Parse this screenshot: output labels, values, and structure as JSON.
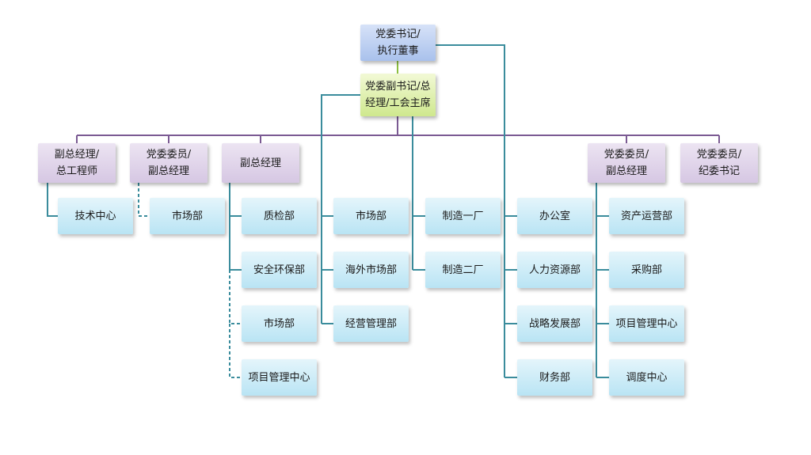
{
  "chart_title": "",
  "top": {
    "label": "党委书记/\n执行董事"
  },
  "gm": {
    "label": "党委副书记/总\n经理/工会主席"
  },
  "leaders": [
    {
      "label": "副总经理/\n总工程师"
    },
    {
      "label": "党委委员/\n副总经理"
    },
    {
      "label": "副总经理"
    },
    {
      "label": "党委委员/\n副总经理"
    },
    {
      "label": "党委委员/\n纪委书记"
    }
  ],
  "col_tech": [
    {
      "label": "技术中心"
    }
  ],
  "col_market_a": [
    {
      "label": "市场部"
    }
  ],
  "col_vgm": [
    {
      "label": "质检部"
    },
    {
      "label": "安全环保部"
    },
    {
      "label": "市场部"
    },
    {
      "label": "项目管理中心"
    }
  ],
  "col_gm_a": [
    {
      "label": "市场部"
    },
    {
      "label": "海外市场部"
    },
    {
      "label": "经营管理部"
    }
  ],
  "col_gm_b": [
    {
      "label": "制造一厂"
    },
    {
      "label": "制造二厂"
    }
  ],
  "col_top": [
    {
      "label": "办公室"
    },
    {
      "label": "人力资源部"
    },
    {
      "label": "战略发展部"
    },
    {
      "label": "财务部"
    }
  ],
  "col_right": [
    {
      "label": "资产运营部"
    },
    {
      "label": "采购部"
    },
    {
      "label": "项目管理中心"
    },
    {
      "label": "调度中心"
    }
  ],
  "colors": {
    "purple_line": "#7b5a93",
    "teal_line": "#3a8c9c",
    "green_line": "#8cbf3f"
  }
}
